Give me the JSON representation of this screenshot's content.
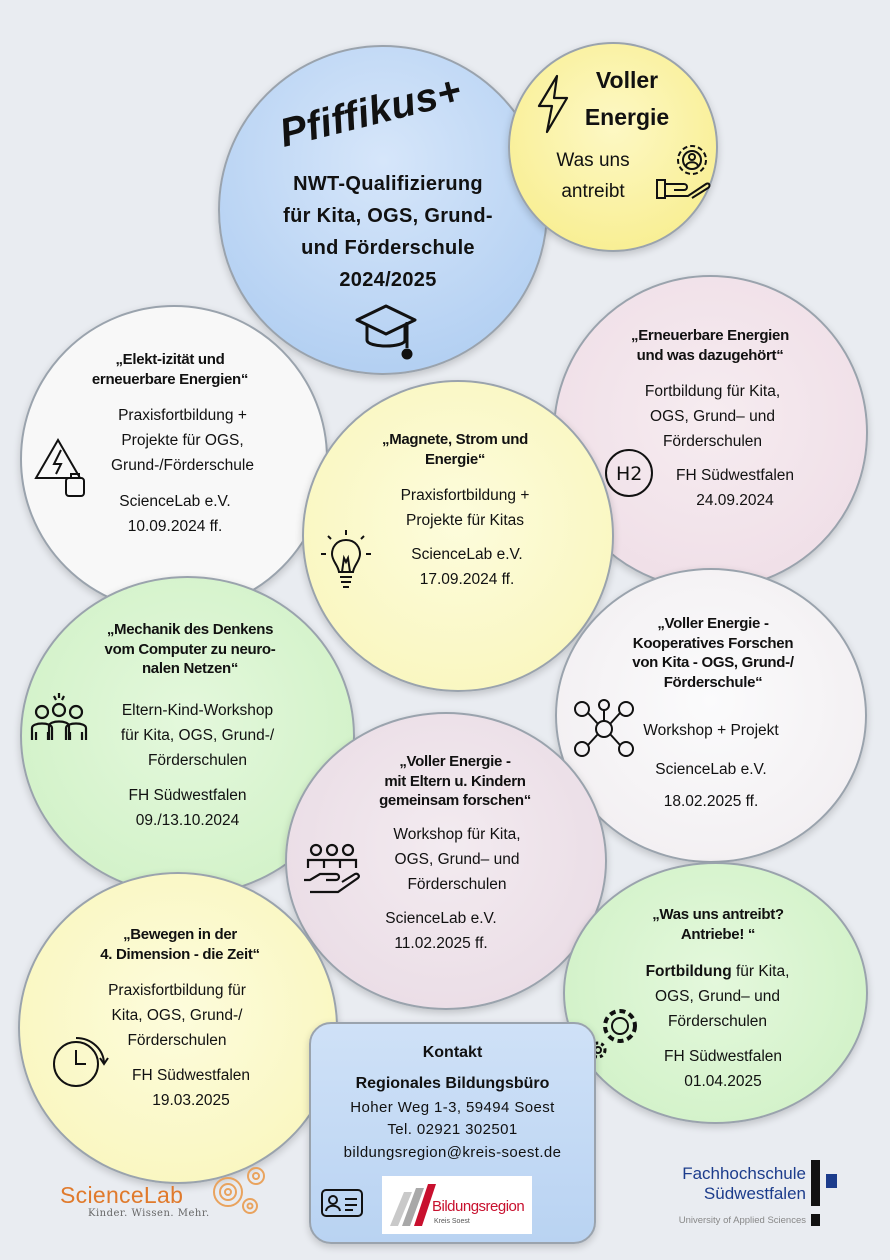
{
  "hero": {
    "title": "Pfiffikus+",
    "lines": [
      "NWT-Qualifizierung",
      "für Kita, OGS, Grund-",
      "und Förderschule",
      "2024/2025"
    ]
  },
  "energy_badge": {
    "title_1": "Voller",
    "title_2": "Energie",
    "sub_1": "Was uns",
    "sub_2": "antreibt"
  },
  "events": {
    "e1": {
      "title": [
        "„Elekt-izität und",
        "erneuerbare Energien“"
      ],
      "body": [
        "Praxisfortbildung +",
        "Projekte für OGS,",
        "Grund-/Förderschule"
      ],
      "org": "ScienceLab e.V.",
      "date": "10.09.2024 ff."
    },
    "e2": {
      "title": [
        "„Magnete, Strom und",
        "Energie“"
      ],
      "body": [
        "Praxisfortbildung +",
        "Projekte für Kitas"
      ],
      "org": "ScienceLab e.V.",
      "date": "17.09.2024 ff."
    },
    "e3": {
      "title": [
        "„Erneuerbare Energien",
        "und was dazugehört“"
      ],
      "body": [
        "Fortbildung für Kita,",
        "OGS, Grund– und",
        "Förderschulen"
      ],
      "org": "FH Südwestfalen",
      "date": "24.09.2024",
      "icon_label": "H2"
    },
    "e4": {
      "title": [
        "„Mechanik des Denkens",
        "vom Computer zu neuro-",
        "nalen Netzen“"
      ],
      "body": [
        "Eltern-Kind-Workshop",
        "für Kita, OGS, Grund-/",
        "Förderschulen"
      ],
      "org": "FH Südwestfalen",
      "date": "09./13.10.2024"
    },
    "e5": {
      "title": [
        "„Voller Energie -",
        "Kooperatives Forschen",
        "von Kita - OGS, Grund-/",
        "Förderschule“"
      ],
      "body": [
        "Workshop + Projekt"
      ],
      "org": "ScienceLab e.V.",
      "date": "18.02.2025 ff."
    },
    "e6": {
      "title": [
        "„Voller Energie -",
        "mit Eltern u. Kindern",
        "gemeinsam forschen“"
      ],
      "body": [
        "Workshop für Kita,",
        "OGS, Grund– und",
        "Förderschulen"
      ],
      "org": "ScienceLab e.V.",
      "date": "11.02.2025 ff."
    },
    "e7": {
      "title": [
        "„Bewegen in der",
        "4. Dimension - die Zeit“"
      ],
      "body": [
        "Praxisfortbildung für",
        "Kita, OGS, Grund-/",
        "Förderschulen"
      ],
      "org": "FH Südwestfalen",
      "date": "19.03.2025"
    },
    "e8": {
      "title": [
        "„Was uns antreibt?",
        "Antriebe! “"
      ],
      "body_bold": "Fortbildung",
      "body_rest": " für Kita,",
      "body": [
        "OGS, Grund– und",
        "Förderschulen"
      ],
      "org": "FH Südwestfalen",
      "date": "01.04.2025"
    }
  },
  "contact": {
    "heading": "Kontakt",
    "office": "Regionales Bildungsbüro",
    "address": "Hoher Weg 1-3, 59494 Soest",
    "phone": "Tel. 02921 302501",
    "email": "bildungsregion@kreis-soest.de",
    "logo_text": "Bildungsregion",
    "logo_sub": "Kreis Soest"
  },
  "logos": {
    "sciencelab_name": "ScienceLab",
    "sciencelab_tagline": "Kinder. Wissen. Mehr.",
    "fh_line1": "Fachhochschule",
    "fh_line2": "Südwestfalen",
    "fh_line3": "University of Applied Sciences"
  },
  "colors": {
    "hero": "#bcd6f5",
    "energy": "#fbf3a6",
    "white_circle": "#f7f7f7",
    "yellow_circle": "#fbf9cc",
    "pink_circle": "#f2e3ea",
    "green_circle": "#d8f3d0",
    "purple_circle": "#eee2ea",
    "sciencelab_orange": "#e07a2c",
    "fh_blue": "#1c3c8c"
  }
}
